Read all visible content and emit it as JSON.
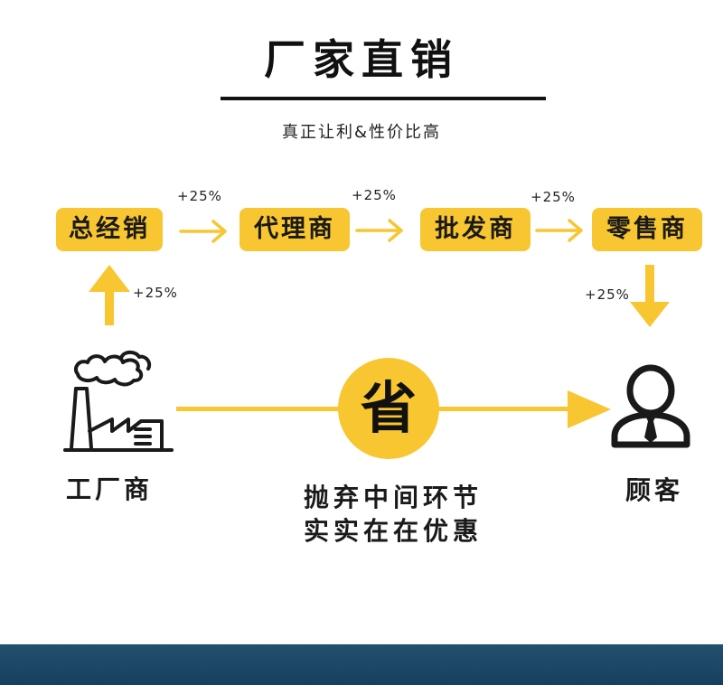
{
  "header": {
    "title": "厂家直销",
    "subtitle": "真正让利&性价比高"
  },
  "chain": {
    "nodes": [
      {
        "label": "总经销"
      },
      {
        "label": "代理商"
      },
      {
        "label": "批发商"
      },
      {
        "label": "零售商"
      }
    ],
    "markups": [
      "+25%",
      "+25%",
      "+25%",
      "+25%",
      "+25%"
    ]
  },
  "direct": {
    "origin_label": "工厂商",
    "save_label": "省",
    "destination_label": "顾客",
    "slogan_line1": "抛弃中间环节",
    "slogan_line2": "实实在在优惠"
  },
  "colors": {
    "accent": "#f8c630",
    "text": "#1a1a1a",
    "footer": "#1d4765"
  },
  "icons": {
    "origin": "factory-icon",
    "destination": "person-icon"
  }
}
